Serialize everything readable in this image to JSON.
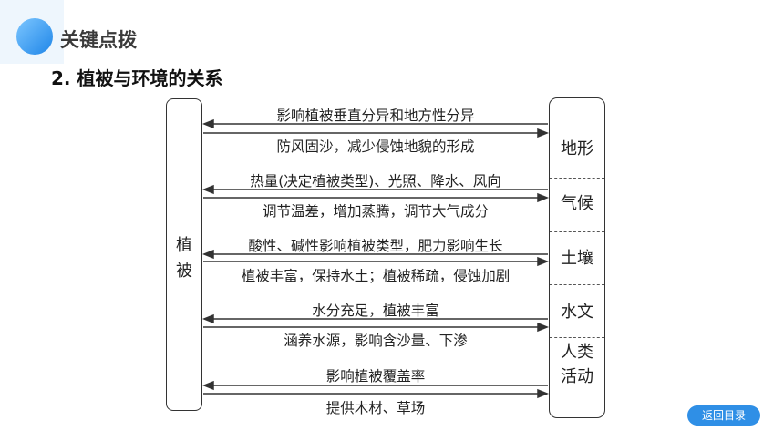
{
  "header": {
    "section_title": "关键点拨",
    "subtitle": "2. 植被与环境的关系"
  },
  "diagram": {
    "left_label": [
      "植",
      "被"
    ],
    "categories": [
      {
        "name": [
          "地形"
        ],
        "to_vegetation": "影响植被垂直分异和地方性分异",
        "from_vegetation": "防风固沙，减少侵蚀地貌的形成"
      },
      {
        "name": [
          "气候"
        ],
        "to_vegetation": "热量(决定植被类型)、光照、降水、风向",
        "from_vegetation": "调节温差，增加蒸腾，调节大气成分"
      },
      {
        "name": [
          "土壤"
        ],
        "to_vegetation": "酸性、碱性影响植被类型，肥力影响生长",
        "from_vegetation": "植被丰富，保持水土；植被稀疏，侵蚀加剧"
      },
      {
        "name": [
          "水文"
        ],
        "to_vegetation": "水分充足，植被丰富",
        "from_vegetation": "涵养水源，影响含沙量、下渗"
      },
      {
        "name": [
          "人类",
          "活动"
        ],
        "to_vegetation": "影响植被覆盖率",
        "from_vegetation": "提供木材、草场"
      }
    ]
  },
  "footer": {
    "return_button": "返回目录"
  },
  "colors": {
    "accent": "#2f8fe6",
    "deco_circle": "#4aa8f0"
  }
}
